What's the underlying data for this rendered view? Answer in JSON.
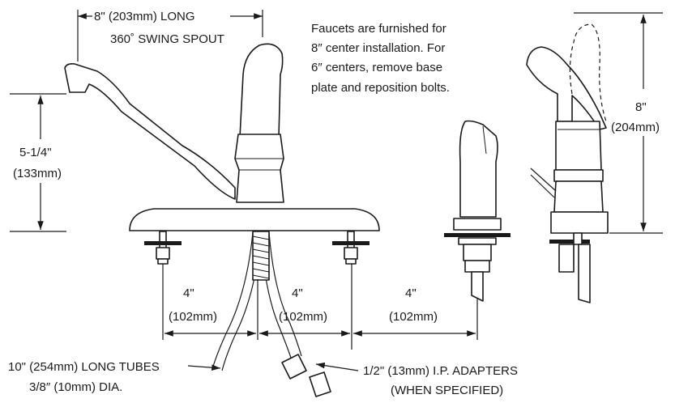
{
  "labels": {
    "spout_length": "8\" (203mm) LONG",
    "spout_swing": "360˚ SWING SPOUT",
    "note_line1": "Faucets are furnished for",
    "note_line2": "8″ center installation.  For",
    "note_line3": "6″ centers, remove base",
    "note_line4": "plate and reposition bolts.",
    "spout_height": "5-1/4\"",
    "spout_height_mm": "(133mm)",
    "faucet_height": "8\"",
    "faucet_height_mm": "(204mm)",
    "center1": "4\"",
    "center1_mm": "(102mm)",
    "center2": "4\"",
    "center2_mm": "(102mm)",
    "center3": "4\"",
    "center3_mm": "(102mm)",
    "tubes_line1": "10\" (254mm) LONG TUBES",
    "tubes_line2": "3/8″ (10mm) DIA.",
    "adapters_line1": "1/2\" (13mm) I.P. ADAPTERS",
    "adapters_line2": "(WHEN SPECIFIED)"
  }
}
